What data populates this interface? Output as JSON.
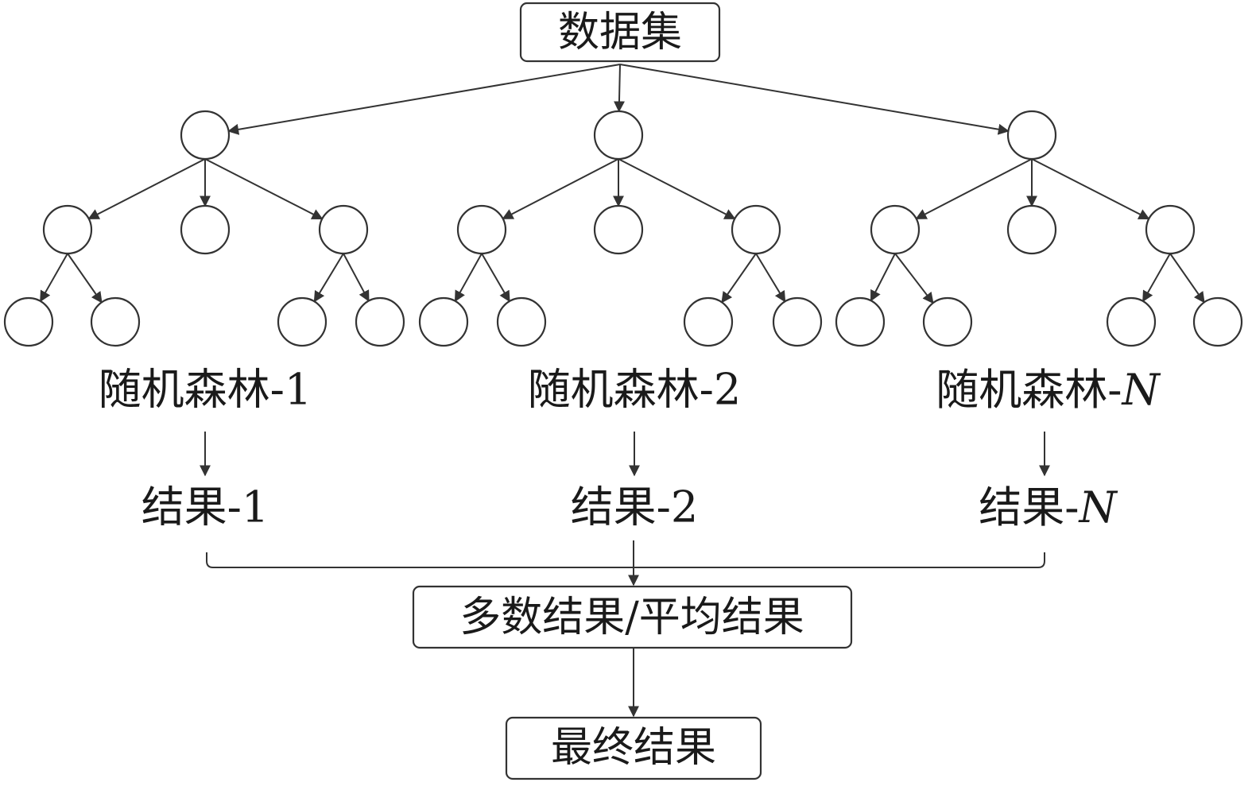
{
  "source_box": {
    "label": "数据集"
  },
  "forests": [
    {
      "label": "随机森林-1",
      "result": "结果-1"
    },
    {
      "label": "随机森林-2",
      "result": "结果-2"
    },
    {
      "label": "随机森林-N",
      "result": "结果-N"
    }
  ],
  "aggregate_box": {
    "label": "多数结果/平均结果"
  },
  "final_box": {
    "label": "最终结果"
  },
  "tree_structure": {
    "root_children": 3,
    "expanded_children": [
      0,
      2
    ],
    "leaves_per_expanded_child": 2
  },
  "colors": {
    "stroke": "#333333",
    "text": "#1a1a1a",
    "background": "#ffffff"
  }
}
